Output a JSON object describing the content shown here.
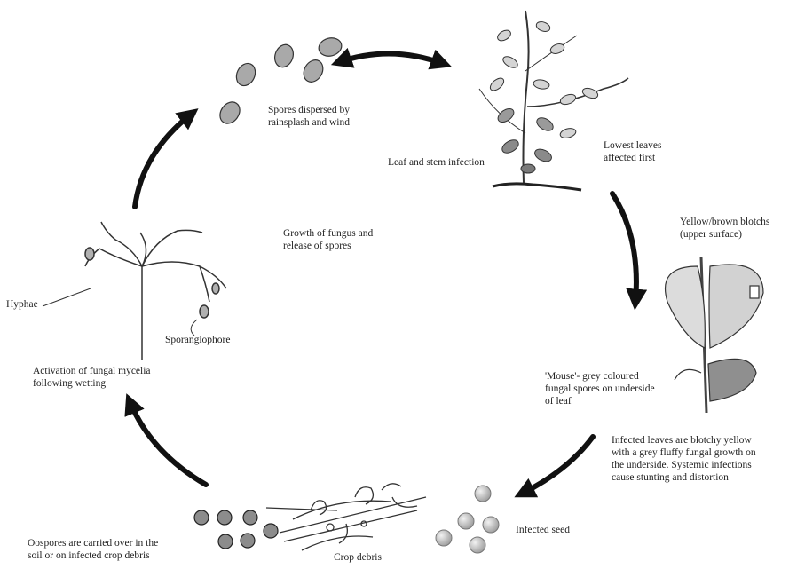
{
  "labels": {
    "spores": [
      "Spores dispersed by",
      "rainsplash and wind"
    ],
    "leaf_stem": "Leaf and stem infection",
    "lowest_leaves": [
      "Lowest leaves",
      "affected first"
    ],
    "growth": [
      "Growth of fungus and",
      "release of spores"
    ],
    "hyphae": "Hyphae",
    "sporangiophore": "Sporangiophore",
    "activation": [
      "Activation of fungal mycelia",
      "following wetting"
    ],
    "blotches": [
      "Yellow/brown blotchs",
      "(upper surface)"
    ],
    "mouse": [
      "'Mouse'- grey coloured",
      "fungal spores on underside",
      "of leaf"
    ],
    "infected_leaves": [
      "Infected leaves are blotchy yellow",
      "with a grey fluffy fungal growth on",
      "the underside. Systemic infections",
      "cause stunting and distortion"
    ],
    "infected_seed": "Infected seed",
    "oospores": [
      "Oospores are carried over in the",
      "soil or on infected crop debris"
    ],
    "crop_debris": "Crop debris"
  },
  "colors": {
    "ink": "#222222",
    "arrow": "#111111",
    "leaf": "#cfcfcf",
    "seed": "#c9c9c9",
    "spore": "#a9a9a9"
  }
}
